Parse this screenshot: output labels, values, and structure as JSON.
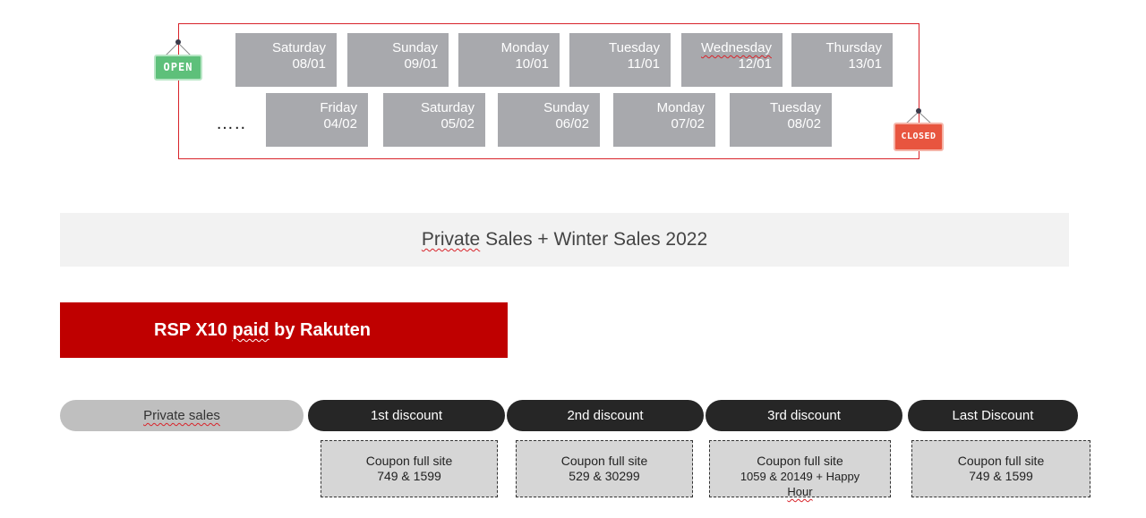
{
  "calendar": {
    "row1": [
      {
        "day": "Saturday",
        "date": "08/01"
      },
      {
        "day": "Sunday",
        "date": "09/01"
      },
      {
        "day": "Monday",
        "date": "10/01"
      },
      {
        "day": "Tuesday",
        "date": "11/01"
      },
      {
        "day": "Wednesday",
        "date": "12/01"
      },
      {
        "day": "Thursday",
        "date": "13/01"
      }
    ],
    "row2": [
      {
        "day": "Friday",
        "date": "04/02"
      },
      {
        "day": "Saturday",
        "date": "05/02"
      },
      {
        "day": "Sunday",
        "date": "06/02"
      },
      {
        "day": "Monday",
        "date": "07/02"
      },
      {
        "day": "Tuesday",
        "date": "08/02"
      }
    ],
    "ellipsis": "…..",
    "open_sign": "OPEN",
    "closed_sign": "CLOSED"
  },
  "banner": {
    "word1": "Private",
    "rest": " Sales + Winter Sales 2022"
  },
  "rsp": {
    "part1": "RSP X10 ",
    "part2": "paid",
    "part3": " by Rakuten"
  },
  "phases": [
    "Private sales",
    "1st discount",
    "2nd discount",
    "3rd discount",
    "Last Discount"
  ],
  "coupons": [
    {
      "line1": "Coupon full site",
      "line2": "749 & 1599"
    },
    {
      "line1": "Coupon full site",
      "line2": "529 & 30299"
    },
    {
      "line1": "Coupon full site",
      "line2a": "1059 & 20149 + Happy ",
      "line2b": "Hour"
    },
    {
      "line1": "Coupon full site",
      "line2": "749 & 1599"
    }
  ],
  "colors": {
    "frame": "#d8232a",
    "day_tile": "#a8a9ad",
    "open_sign": "#5ec07a",
    "closed_sign": "#e8553f",
    "rsp_bar": "#bf0000",
    "pill_dark": "#262626",
    "pill_light": "#bfbfbf"
  }
}
